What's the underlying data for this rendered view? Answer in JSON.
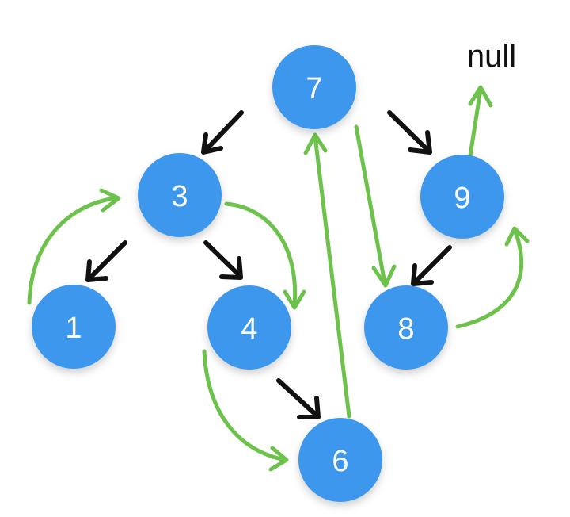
{
  "diagram": {
    "nodes": {
      "n7": "7",
      "n3": "3",
      "n9": "9",
      "n1": "1",
      "n4": "4",
      "n8": "8",
      "n6": "6"
    },
    "null_label": "null",
    "edges": [
      {
        "from": "7",
        "to": "3",
        "kind": "tree"
      },
      {
        "from": "7",
        "to": "9",
        "kind": "tree"
      },
      {
        "from": "3",
        "to": "1",
        "kind": "tree"
      },
      {
        "from": "3",
        "to": "4",
        "kind": "tree"
      },
      {
        "from": "9",
        "to": "8",
        "kind": "tree"
      },
      {
        "from": "4",
        "to": "6",
        "kind": "tree"
      },
      {
        "from": "1",
        "to": "3",
        "kind": "traversal"
      },
      {
        "from": "3",
        "to": "4",
        "kind": "traversal"
      },
      {
        "from": "4",
        "to": "6",
        "kind": "traversal"
      },
      {
        "from": "6",
        "to": "7",
        "kind": "traversal"
      },
      {
        "from": "7",
        "to": "8",
        "kind": "traversal"
      },
      {
        "from": "8",
        "to": "9",
        "kind": "traversal"
      },
      {
        "from": "9",
        "to": "null",
        "kind": "traversal"
      }
    ]
  },
  "colors": {
    "node_fill": "#3c97ec",
    "node_label": "#ffffff",
    "tree_arrow": "#111111",
    "traversal_arrow": "#6cc24a",
    "null_text": "#111111"
  }
}
